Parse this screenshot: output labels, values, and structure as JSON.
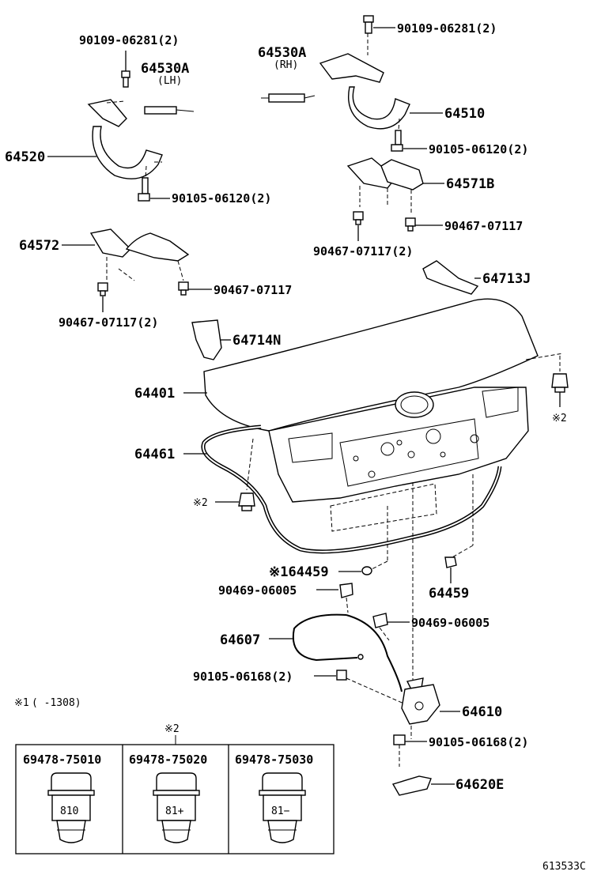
{
  "diagram_code": "613533C",
  "footnote": {
    "mark": "※1",
    "text": "(      -1308)"
  },
  "variant_mark": "※2",
  "labels": {
    "bolt_hinge_lh": "90109-06281(2)",
    "stay_lh": "64530A",
    "stay_lh_side": "(LH)",
    "hinge_lh": "64520",
    "bolt_hinge_lh_lower": "90105-06120(2)",
    "bracket_lh": "64572",
    "clip_bracket_lh_right": "90467-07117",
    "clip_bracket_lh_left": "90467-07117(2)",
    "bolt_hinge_rh": "90109-06281(2)",
    "stay_rh": "64530A",
    "stay_rh_side": "(RH)",
    "hinge_rh": "64510",
    "bolt_hinge_rh_lower": "90105-06120(2)",
    "bracket_rh": "64571B",
    "clip_bracket_rh": "90467-07117",
    "clip_bracket_rh_left": "90467-07117(2)",
    "cover_rh": "64713J",
    "cover_lh": "64714N",
    "luggage_lid": "64401",
    "weatherstrip": "64461",
    "cushion_left": "※2",
    "cushion_right": "※2",
    "plug_1": "※164459",
    "plug_2": "64459",
    "clamp_1": "90469-06005",
    "clamp_2": "90469-06005",
    "cable": "64607",
    "bolt_lock_left": "90105-06168(2)",
    "lock": "64610",
    "bolt_lock_right": "90105-06168(2)",
    "striker": "64620E"
  },
  "cushion_table": {
    "header_mark": "※2",
    "items": [
      {
        "part_no": "69478-75010",
        "stamp": "810"
      },
      {
        "part_no": "69478-75020",
        "stamp": "81+"
      },
      {
        "part_no": "69478-75030",
        "stamp": "81−"
      }
    ]
  }
}
